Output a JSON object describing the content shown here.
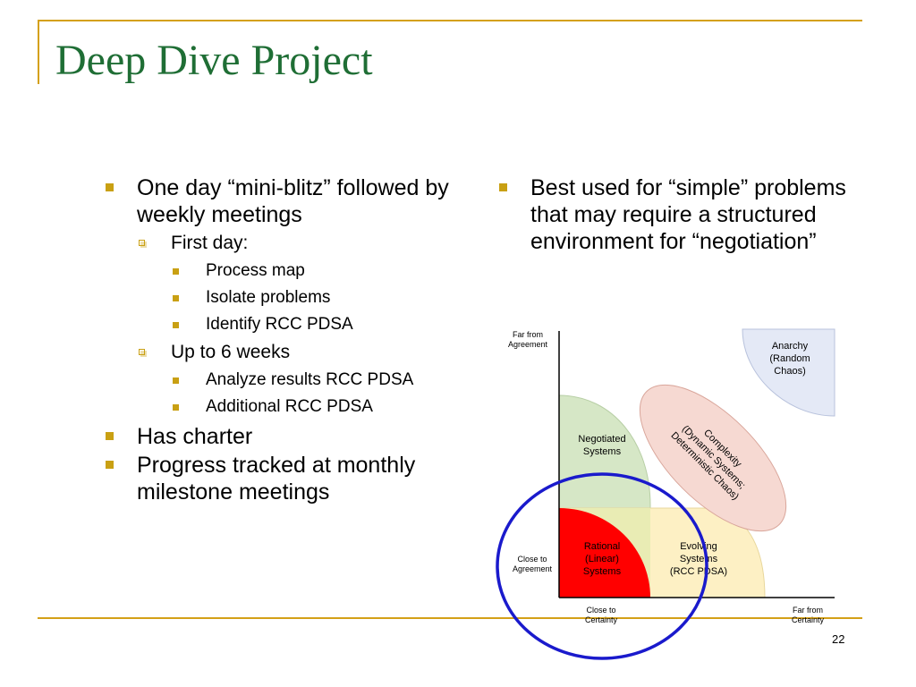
{
  "slide": {
    "title": "Deep Dive Project",
    "page_number": "22"
  },
  "left_bullets": {
    "item1": "One day “mini-blitz” followed by weekly meetings",
    "first_day": "First day:",
    "first_day_items": [
      "Process map",
      "Isolate problems",
      "Identify RCC PDSA"
    ],
    "weeks": "Up to 6 weeks",
    "weeks_items": [
      "Analyze results RCC PDSA",
      "Additional RCC PDSA"
    ],
    "item2": "Has charter",
    "item3": "Progress tracked at monthly milestone meetings"
  },
  "right_bullets": {
    "item1": "Best used for “simple” problems that may require a structured environment for “negotiation”"
  },
  "diagram": {
    "y_axis_top": [
      "Far from",
      "Agreement"
    ],
    "y_axis_bottom": [
      "Close to",
      "Agreement"
    ],
    "x_axis_left": [
      "Close to",
      "Certainty"
    ],
    "x_axis_right": [
      "Far from",
      "Certainty"
    ],
    "anarchy": [
      "Anarchy",
      "(Random",
      "Chaos)"
    ],
    "complexity": [
      "Complexity",
      "(Dynamic Systems;",
      "Deterministic Chaos)"
    ],
    "negotiated": [
      "Negotiated",
      "Systems"
    ],
    "rational": [
      "Rational",
      "(Linear)",
      "Systems"
    ],
    "evolving": [
      "Evolving",
      "Systems",
      "(RCC PDSA)"
    ],
    "colors": {
      "rational": "#ff0000",
      "negotiated": "#d6e7c6",
      "evolving": "#fdf0c4",
      "overlap": "#e9ecb4",
      "complexity": "#f6d9d2",
      "anarchy": "#e4e9f6",
      "circle": "#1a1acc"
    }
  }
}
